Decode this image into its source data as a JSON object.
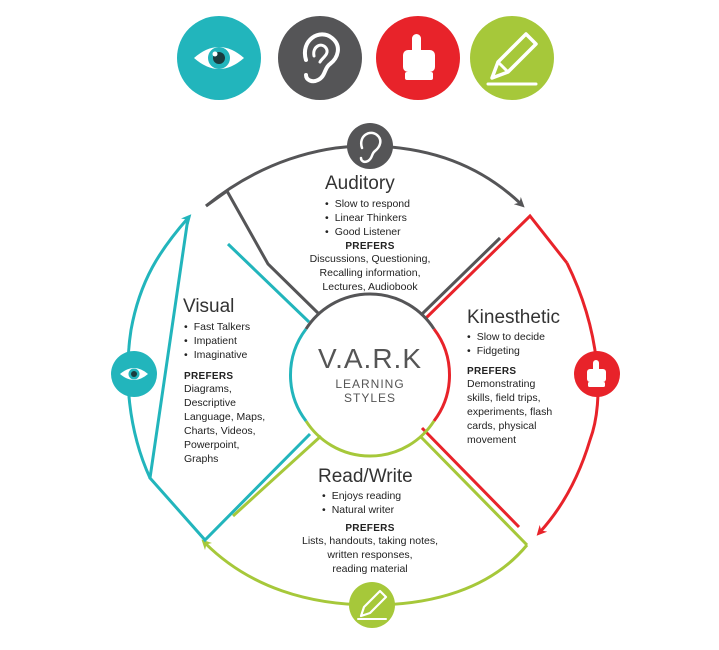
{
  "center": {
    "title": "V.A.R.K",
    "line1": "LEARNING",
    "line2": "STYLES"
  },
  "colors": {
    "auditory": "#555557",
    "kinesthetic": "#e8232a",
    "read_write": "#a6c83a",
    "visual": "#22b5bc"
  },
  "top_icons": [
    {
      "name": "eye-icon",
      "color": "#22b5bc"
    },
    {
      "name": "ear-icon",
      "color": "#555557"
    },
    {
      "name": "pointing-hand-icon",
      "color": "#e8232a"
    },
    {
      "name": "pencil-icon",
      "color": "#a6c83a"
    }
  ],
  "auditory": {
    "title": "Auditory",
    "bullets": [
      "Slow to respond",
      "Linear Thinkers",
      "Good Listener"
    ],
    "prefers_label": "PREFERS",
    "prefers_lines": [
      "Discussions, Questioning,",
      "Recalling information,",
      "Lectures, Audiobook"
    ]
  },
  "kinesthetic": {
    "title": "Kinesthetic",
    "bullets": [
      "Slow to decide",
      "Fidgeting"
    ],
    "prefers_label": "PREFERS",
    "prefers_lines": [
      "Demonstrating",
      "skills, field trips,",
      "experiments, flash",
      "cards, physical",
      "movement"
    ]
  },
  "read_write": {
    "title": "Read/Write",
    "bullets": [
      "Enjoys reading",
      "Natural writer"
    ],
    "prefers_label": "PREFERS",
    "prefers_lines": [
      "Lists, handouts, taking notes,",
      "written responses,",
      "reading material"
    ]
  },
  "visual": {
    "title": "Visual",
    "bullets": [
      "Fast Talkers",
      "Impatient",
      "Imaginative"
    ],
    "prefers_label": "PREFERS",
    "prefers_lines": [
      "Diagrams,",
      "Descriptive",
      "Language, Maps,",
      "Charts, Videos,",
      "Powerpoint,",
      "Graphs"
    ]
  }
}
